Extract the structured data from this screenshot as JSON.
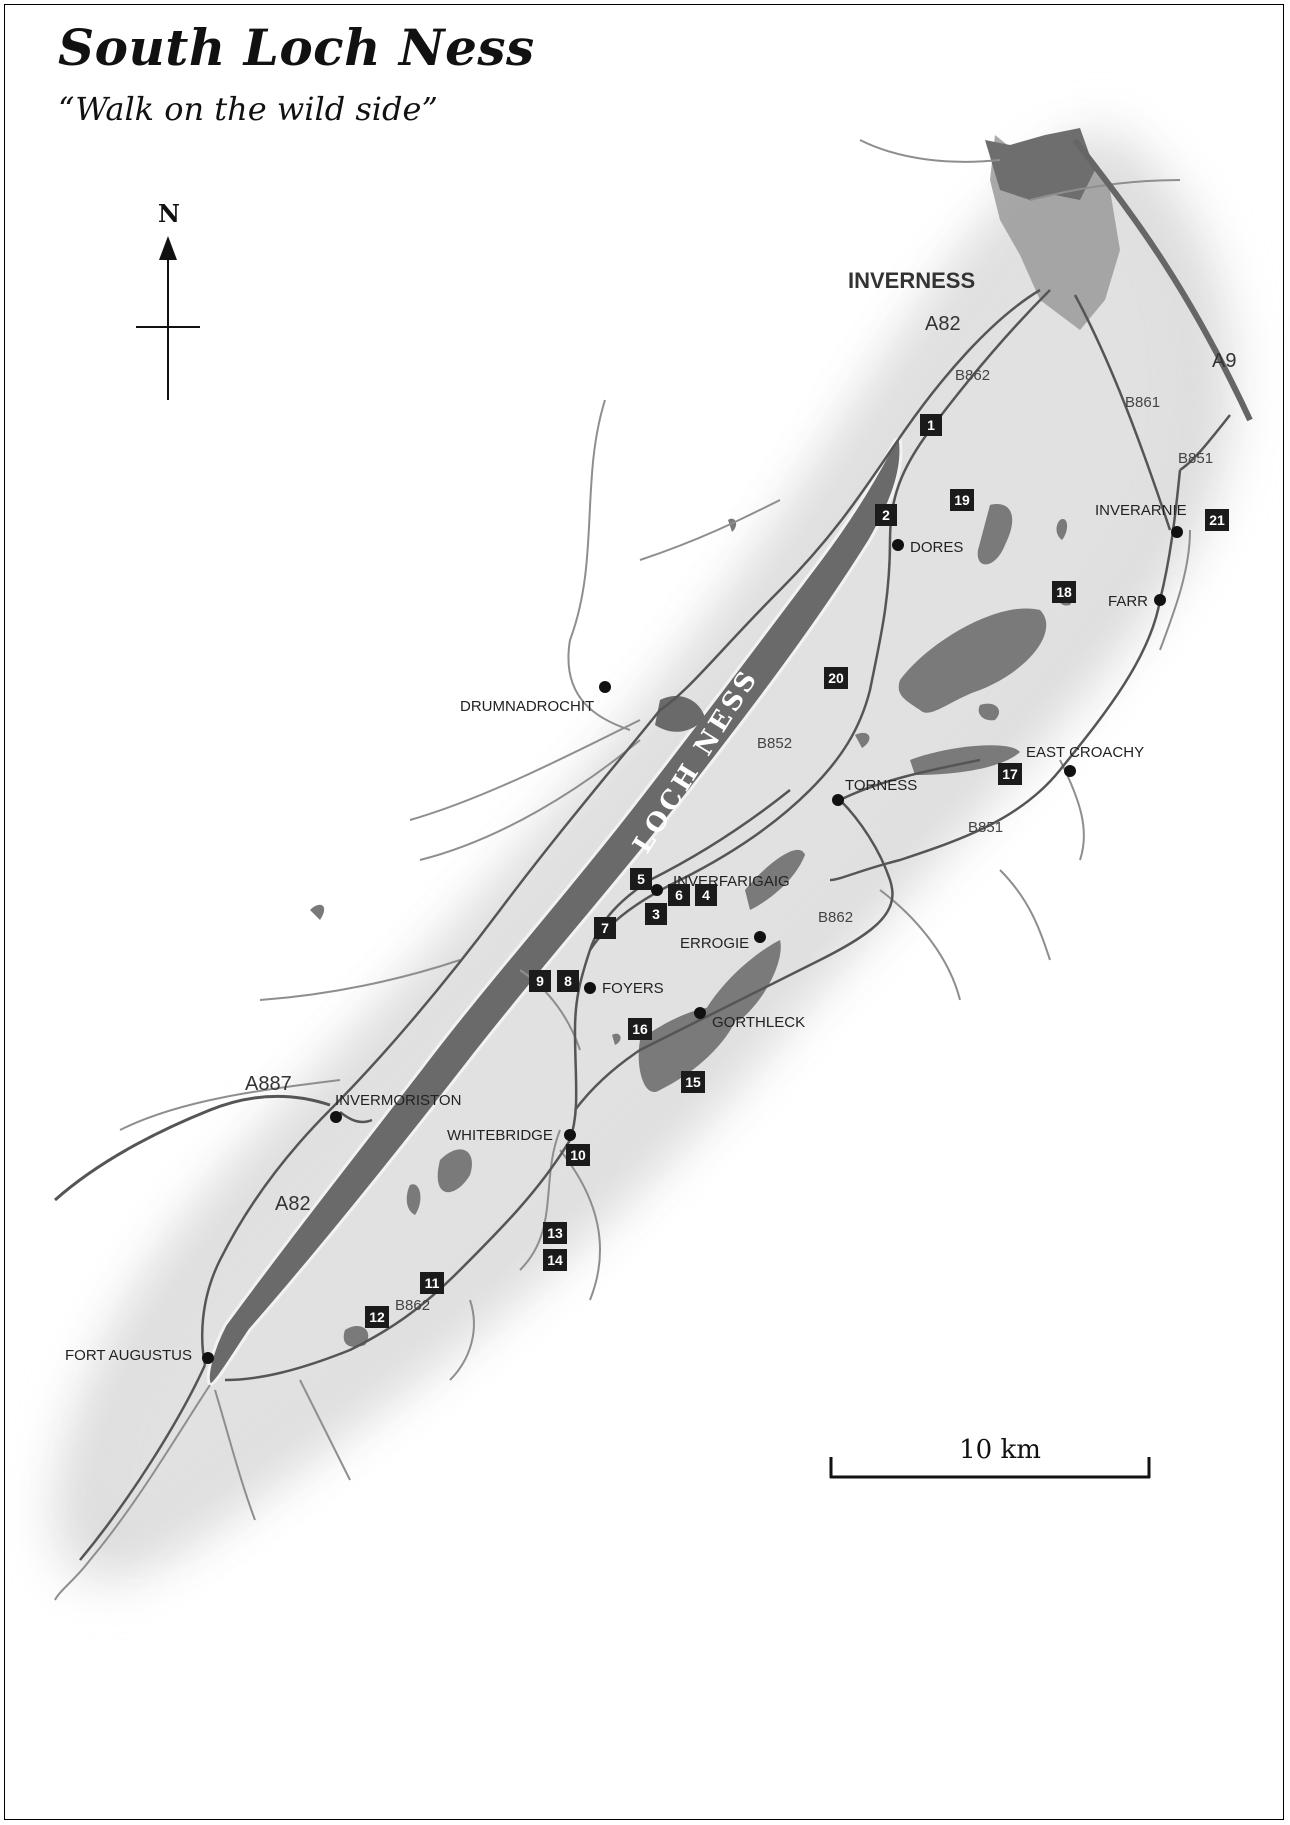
{
  "title": "South Loch Ness",
  "subtitle": "“Walk on the wild side”",
  "compass_label": "N",
  "scale_label": "10 km",
  "loch_label": "LOCH NESS",
  "places": {
    "inverness": "INVERNESS",
    "dores": "DORES",
    "inverarnie": "INVERARNIE",
    "farr": "FARR",
    "drumnadrochit": "DRUMNADROCHIT",
    "torness": "TORNESS",
    "east_croachy": "EAST CROACHY",
    "inverfarigaig": "INVERFARIGAIG",
    "errogie": "ERROGIE",
    "foyers": "FOYERS",
    "gorthleck": "GORTHLECK",
    "invermoriston": "INVERMORISTON",
    "whitebridge": "WHITEBRIDGE",
    "fort_augustus": "FORT AUGUSTUS"
  },
  "roads": {
    "a82_north": "A82",
    "a82_south": "A82",
    "a9": "A9",
    "a887": "A887",
    "b862_north": "B862",
    "b862_east": "B862",
    "b862_south": "B862",
    "b861": "B861",
    "b851_north": "B851",
    "b851_south": "B851",
    "b852": "B852"
  },
  "walks": [
    "1",
    "2",
    "3",
    "4",
    "5",
    "6",
    "7",
    "8",
    "9",
    "10",
    "11",
    "12",
    "13",
    "14",
    "15",
    "16",
    "17",
    "18",
    "19",
    "20",
    "21"
  ],
  "colors": {
    "loch": "#6a6a6a",
    "land": "#dcdcdc",
    "water": "#7a7a7a",
    "road": "#555555",
    "river": "#8a8a8a",
    "marker": "#1b1b1b"
  }
}
